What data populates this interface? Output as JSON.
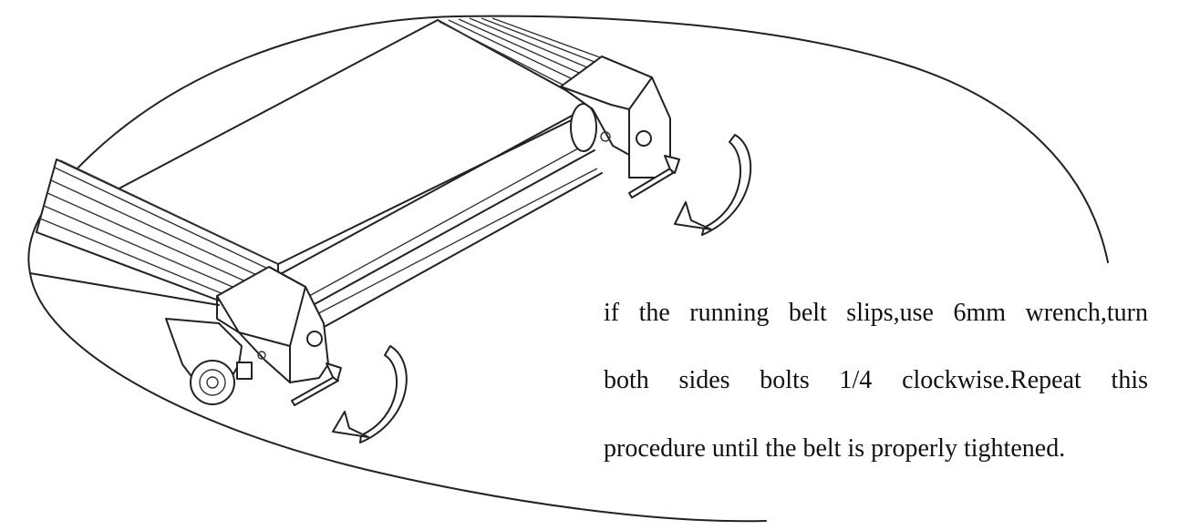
{
  "caption": {
    "line1": "if the running belt slips,use 6mm wrench,turn",
    "line2": "both sides bolts 1/4 clockwise.Repeat this",
    "line3": "procedure until the belt is properly tightened."
  },
  "icons": {
    "arrows": [
      "clockwise-arrow-icon",
      "clockwise-arrow-icon"
    ],
    "tools": [
      "hex-wrench-icon",
      "hex-wrench-icon"
    ]
  },
  "colors": {
    "line": "#222222",
    "background": "#ffffff"
  }
}
